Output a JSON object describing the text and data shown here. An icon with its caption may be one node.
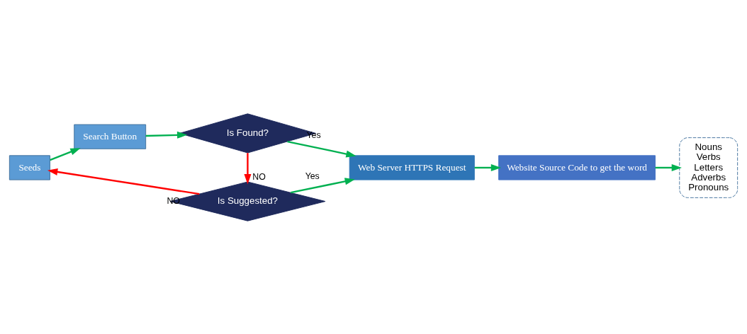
{
  "diagram": {
    "nodes": [
      {
        "text": [
          "Seeds"
        ]
      },
      {
        "text": [
          "Search Button"
        ]
      },
      {
        "text": [
          "Is Found?"
        ]
      },
      {
        "text": [
          "Web Server HTTPS Request"
        ]
      },
      {
        "text": [
          "Website Source Code to get the word"
        ]
      },
      {
        "text": [
          "Nouns",
          "Verbs",
          "Letters",
          "Adverbs",
          "Pronouns"
        ]
      },
      {
        "text": [
          "Is Suggested?"
        ]
      }
    ],
    "edges": [
      {
        "from": 0,
        "to": 1,
        "arrow": "to"
      },
      {
        "from": 1,
        "to": 2,
        "arrow": "to"
      },
      {
        "from": 2,
        "to": 3,
        "arrow": "to",
        "label": "Yes"
      },
      {
        "from": 3,
        "to": 4,
        "arrow": "to"
      },
      {
        "from": 4,
        "to": 5,
        "arrow": "to"
      },
      {
        "from": 2,
        "to": 6,
        "arrow": "to",
        "label": "NO",
        "color": "#ff0000"
      },
      {
        "from": 6,
        "to": 0,
        "arrow": "to",
        "label": "NO",
        "color": "#ff0000"
      },
      {
        "from": 6,
        "to": 3,
        "arrow": "to",
        "label": "Yes"
      }
    ]
  }
}
